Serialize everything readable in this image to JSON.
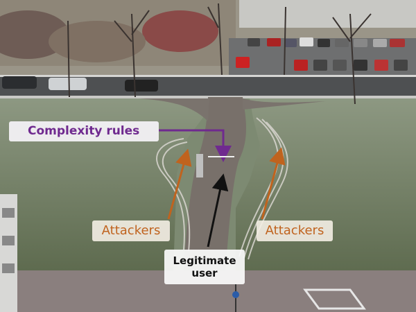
{
  "labels": {
    "complexity_rules": "Complexity rules",
    "attackers_left": "Attackers",
    "attackers_right": "Attackers",
    "legitimate_line1": "Legitimate",
    "legitimate_line2": "user"
  },
  "colors": {
    "complexity": "#6f2a8f",
    "attackers": "#c0631e",
    "legitimate": "#000000"
  },
  "scene": {
    "description_icons": [
      "snowy-lawn",
      "paved-path",
      "parking-lot",
      "parked-cars",
      "bare-trees",
      "building-corner"
    ]
  }
}
